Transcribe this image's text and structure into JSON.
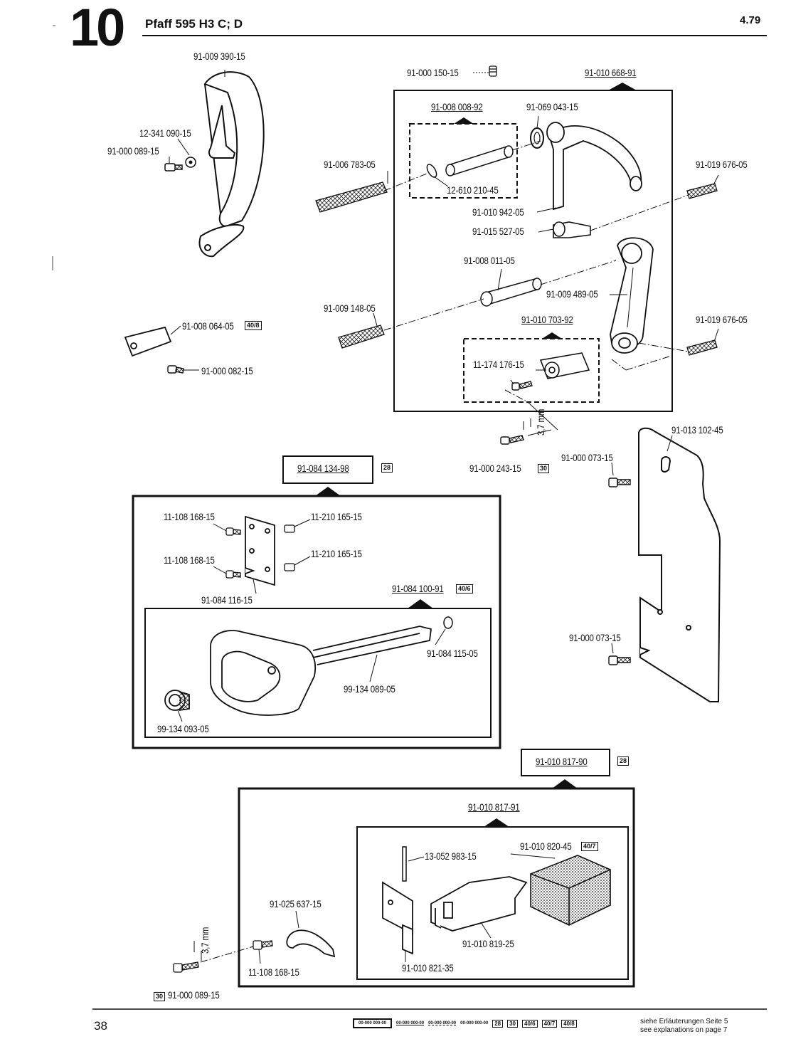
{
  "header": {
    "page_number_big": "10",
    "model": "Pfaff 595 H3 C; D",
    "date": "4.79"
  },
  "labels": {
    "p_91009390": "91-009 390-15",
    "p_12341090": "12-341 090-15",
    "p_91000089a": "91-000 089-15",
    "p_91000150": "91-000 150-15",
    "p_91010668": "91-010 668-91",
    "p_91008008": "91-008 008-92",
    "p_91069043": "91-069 043-15",
    "p_91006783": "91-006 783-05",
    "p_12610210": "12-610 210-45",
    "p_91019676a": "91-019 676-05",
    "p_91010942": "91-010 942-05",
    "p_91015527": "91-015 527-05",
    "p_91008011": "91-008 011-05",
    "p_91009489": "91-009 489-05",
    "p_91009148": "91-009 148-05",
    "p_91010703": "91-010 703-92",
    "p_91019676b": "91-019 676-05",
    "p_91008064": "91-008 064-05",
    "p_91000082": "91-000 082-15",
    "p_11174176": "11-174 176-15",
    "p_91000243": "91-000 243-15",
    "p_91013102": "91-013 102-45",
    "p_91000073a": "91-000 073-15",
    "p_91000073b": "91-000 073-15",
    "p_91084134": "91-084 134-98",
    "p_11108168a": "11-108 168-15",
    "p_11210165a": "11-210 165-15",
    "p_11108168b": "11-108 168-15",
    "p_11210165b": "11-210 165-15",
    "p_91084116": "91-084 116-15",
    "p_91084100": "91-084 100-91",
    "p_91084115": "91-084 115-05",
    "p_99134089": "99-134 089-05",
    "p_99134093": "99-134 093-05",
    "p_91010817_90": "91-010 817-90",
    "p_91010817_91": "91-010 817-91",
    "p_91010820": "91-010 820-45",
    "p_13052983": "13-052 983-15",
    "p_91025637": "91-025 637-15",
    "p_91010819": "91-010 819-25",
    "p_91010821": "91-010 821-35",
    "p_11108168c": "11-108 168-15",
    "p_91000089b": "91-000 089-15",
    "dim_a": "3,7 mm",
    "dim_b": "3,7 mm"
  },
  "badges": {
    "b40_8_a": "40/8",
    "b30_a": "30",
    "b28_a": "28",
    "b40_6": "40/6",
    "b28_b": "28",
    "b40_7": "40/7",
    "b30_b": "30"
  },
  "footer": {
    "page": "38",
    "legend_codes": [
      "00-000 000-00",
      "00-000 000-00",
      "00-000 000-00",
      "00-000 000-00"
    ],
    "legend_badges": [
      "28",
      "30",
      "40/6",
      "40/7",
      "40/8"
    ],
    "note_de": "siehe Erläuterungen Seite 5",
    "note_en": "see explanations on page 7"
  }
}
